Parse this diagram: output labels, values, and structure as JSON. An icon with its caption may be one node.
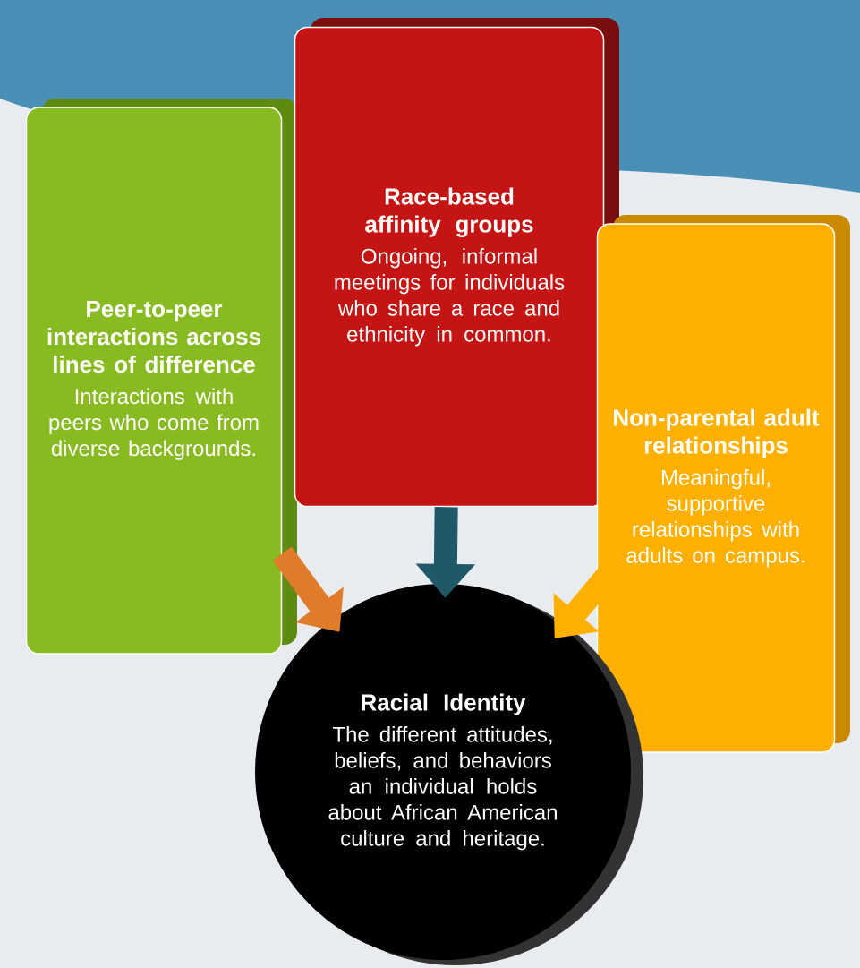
{
  "diagram": {
    "nodes": [
      {
        "text": [
          "Peer-to-peer interactions across lines of difference",
          "Interactions with peers who come from diverse backgrounds."
        ]
      },
      {
        "text": [
          "Race-based affinity groups",
          "Ongoing, informal meetings for individuals who share a race and ethnicity in common."
        ]
      },
      {
        "text": [
          "Non-parental adult relationships",
          "Meaningful, supportive relationships with adults on campus."
        ]
      },
      {
        "text": [
          "Racial Identity",
          "The different attitudes, beliefs, and behaviors an individual holds about African American culture and heritage."
        ]
      }
    ],
    "edges": [
      {
        "from": 0,
        "to": 3,
        "arrow": "to",
        "color": "#e07b2a"
      },
      {
        "from": 1,
        "to": 3,
        "arrow": "to",
        "color": "#215868"
      },
      {
        "from": 2,
        "to": 3,
        "arrow": "to",
        "color": "#ffb000"
      }
    ]
  }
}
